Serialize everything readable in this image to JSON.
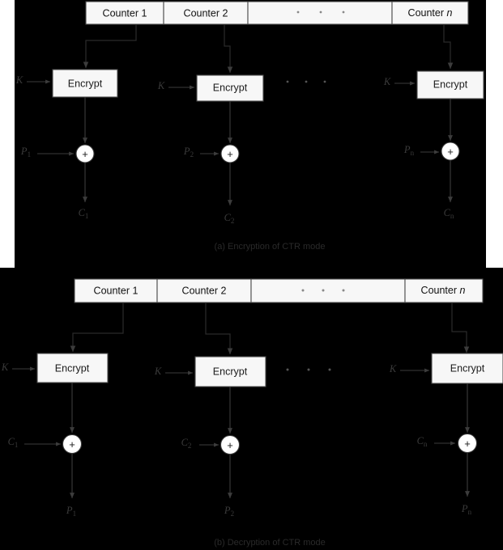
{
  "figure": {
    "title": "CTR mode block cipher diagram",
    "colors": {
      "panel_background": "#000000",
      "box_fill": "#f7f7f7",
      "box_stroke": "#4a4a4a",
      "wire": "#3c3c3c",
      "xor_fill": "#ffffff",
      "caption_text": "#2a2a2a",
      "page_background": "#ffffff"
    }
  },
  "panels": [
    {
      "id": "encryption",
      "caption": "(a) Encryption of CTR mode",
      "counter_row": {
        "cells": [
          {
            "label": "Counter 1",
            "italic_tail": ""
          },
          {
            "label": "Counter 2",
            "italic_tail": ""
          },
          {
            "label": "",
            "italic_tail": "",
            "is_ellipsis": true
          },
          {
            "label": "Counter ",
            "italic_tail": "n"
          }
        ]
      },
      "columns": [
        {
          "key_label": "K",
          "cipher_label": "Encrypt",
          "operator": "+",
          "input_label": "P",
          "input_sub": "1",
          "output_label": "C",
          "output_sub": "1"
        },
        {
          "key_label": "K",
          "cipher_label": "Encrypt",
          "operator": "+",
          "input_label": "P",
          "input_sub": "2",
          "output_label": "C",
          "output_sub": "2"
        },
        {
          "key_label": "K",
          "cipher_label": "Encrypt",
          "operator": "+",
          "input_label": "P",
          "input_sub": "n",
          "output_label": "C",
          "output_sub": "n"
        }
      ]
    },
    {
      "id": "decryption",
      "caption": "(b) Decryption of CTR mode",
      "counter_row": {
        "cells": [
          {
            "label": "Counter 1",
            "italic_tail": ""
          },
          {
            "label": "Counter 2",
            "italic_tail": ""
          },
          {
            "label": "",
            "italic_tail": "",
            "is_ellipsis": true
          },
          {
            "label": "Counter ",
            "italic_tail": "n"
          }
        ]
      },
      "columns": [
        {
          "key_label": "K",
          "cipher_label": "Encrypt",
          "operator": "+",
          "input_label": "C",
          "input_sub": "1",
          "output_label": "P",
          "output_sub": "1"
        },
        {
          "key_label": "K",
          "cipher_label": "Encrypt",
          "operator": "+",
          "input_label": "C",
          "input_sub": "2",
          "output_label": "P",
          "output_sub": "2"
        },
        {
          "key_label": "K",
          "cipher_label": "Encrypt",
          "operator": "+",
          "input_label": "C",
          "input_sub": "n",
          "output_label": "P",
          "output_sub": "n"
        }
      ]
    }
  ]
}
